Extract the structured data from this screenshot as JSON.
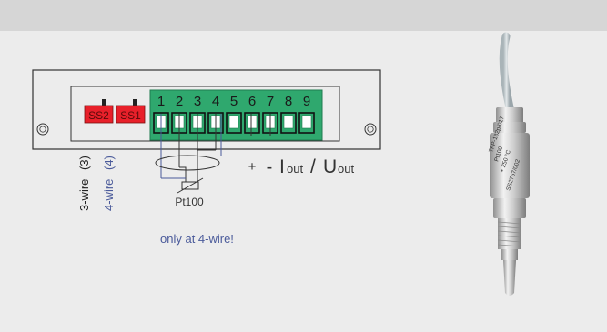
{
  "ss_labels": [
    "SS2",
    "SS1"
  ],
  "terminal_numbers": [
    "1",
    "2",
    "3",
    "4",
    "5",
    "6",
    "7",
    "8",
    "9"
  ],
  "plus_sign": "+",
  "minus_sign": "-",
  "i_main": "I",
  "out_sub_1": "out",
  "slash": "/",
  "u_main": "U",
  "out_sub_2": "out",
  "pt100_label": "Pt100",
  "wire3": "3-wire",
  "wire3_count": "(3)",
  "wire4": "4-wire",
  "wire4_count": "(4)",
  "note": "only at 4-wire!",
  "sensor_marking": [
    "TFP-182p/017",
    "Pt100",
    "+ 250 °C",
    "SS2767/002"
  ],
  "colors": {
    "background": "#ececec",
    "top_bar": "#d6d6d6",
    "ss_red": "#e8202a",
    "terminal_green": "#2fa86e",
    "terminal_dark": "#1f7d50",
    "accent_blue": "#4a5a9a"
  }
}
